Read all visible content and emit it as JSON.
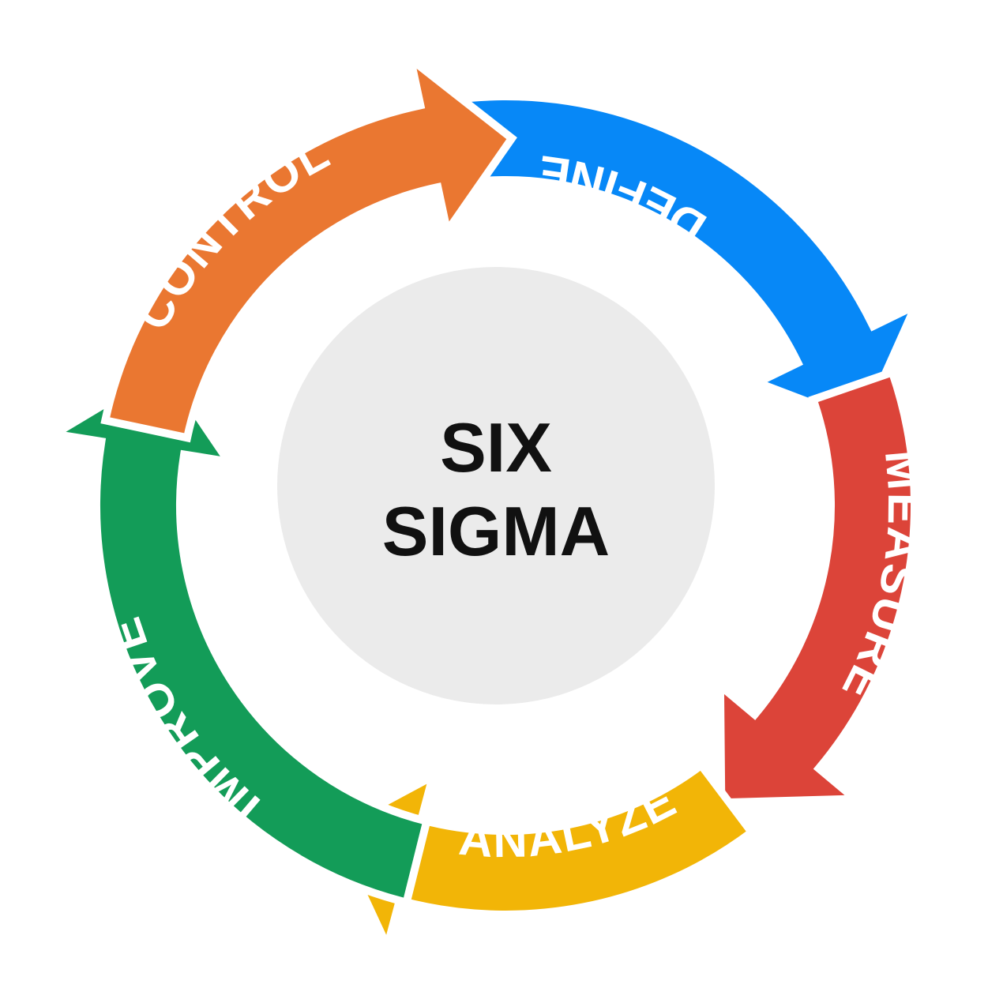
{
  "center": {
    "line1": "SIX",
    "line2": "SIGMA",
    "fill": "#ebebeb"
  },
  "steps": [
    {
      "label": "DEFINE",
      "color": "#0788f7"
    },
    {
      "label": "MEASURE",
      "color": "#dc4439"
    },
    {
      "label": "ANALYZE",
      "color": "#f2b507"
    },
    {
      "label": "IMPROVE",
      "color": "#139c58"
    },
    {
      "label": "CONTROL",
      "color": "#ea7731"
    }
  ]
}
